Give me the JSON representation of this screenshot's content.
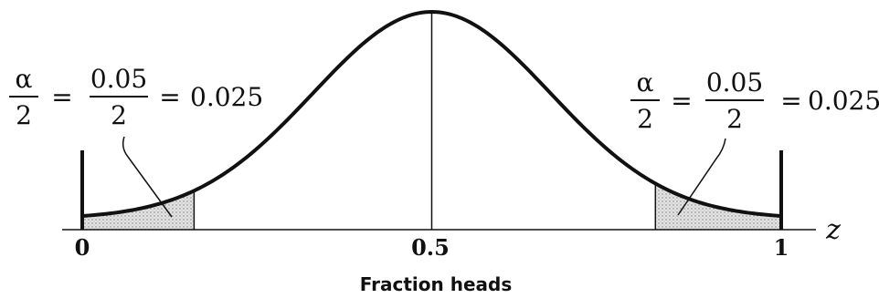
{
  "chart_data": {
    "type": "area",
    "curve": "normal-density",
    "mean": 0.5,
    "x_range": [
      0,
      1
    ],
    "xlabel": "Fraction heads",
    "axis_variable": "z",
    "ticks": [
      {
        "value": 0,
        "label": "0"
      },
      {
        "value": 0.5,
        "label": "0.5"
      },
      {
        "value": 1,
        "label": "1"
      }
    ],
    "shaded_tails": [
      {
        "from": 0,
        "to": 0.16
      },
      {
        "from": 0.82,
        "to": 1
      }
    ],
    "annotations": {
      "left": {
        "alpha": "α",
        "two": "2",
        "p": "0.05",
        "p_den": "2",
        "eq": "=",
        "result": "0.025"
      },
      "right": {
        "alpha": "α",
        "two": "2",
        "p": "0.05",
        "p_den": "2",
        "eq": "=",
        "result": "0.025"
      }
    }
  },
  "colors": {
    "ink": "#111111",
    "tail_fill": "#d6d6d6"
  }
}
